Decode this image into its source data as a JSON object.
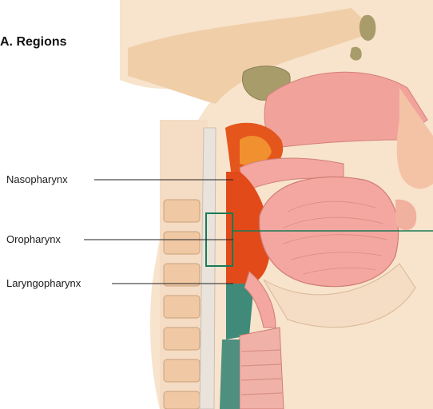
{
  "figure": {
    "title": "A. Regions",
    "labels": {
      "nasopharynx": "Nasopharynx",
      "oropharynx": "Oropharynx",
      "laryngopharynx": "Laryngopharynx"
    }
  },
  "colors": {
    "nasopharynx_region": "#e4561c",
    "oropharynx_region": "#e24a1a",
    "laryngopharynx_region": "#3f8a78",
    "highlight_box": "#1a7a55",
    "tongue": "#f3a7a0",
    "soft_tissue": "#f6d6bf",
    "bone": "#f2c7a3",
    "sinus": "#a89c6b"
  }
}
